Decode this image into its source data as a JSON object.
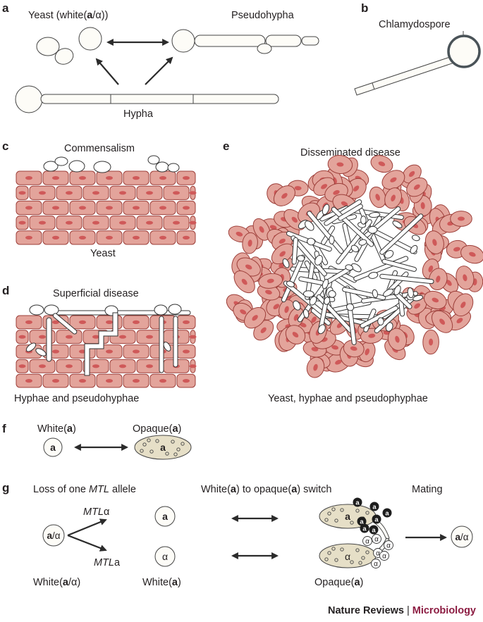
{
  "panels": {
    "a": {
      "letter": "a",
      "yeast_pre": "Yeast (white(",
      "yeast_bold": "a",
      "yeast_post": "/α))",
      "pseudohypha": "Pseudohypha",
      "hypha": "Hypha"
    },
    "b": {
      "letter": "b",
      "chlamydospore": "Chlamydospore"
    },
    "c": {
      "letter": "c",
      "title": "Commensalism",
      "caption": "Yeast"
    },
    "d": {
      "letter": "d",
      "title": "Superficial disease",
      "caption": "Hyphae and pseudohyphae"
    },
    "e": {
      "letter": "e",
      "title": "Disseminated disease",
      "caption": "Yeast, hyphae and pseudophyphae"
    },
    "f": {
      "letter": "f",
      "white_pre": "White(",
      "white_bold": "a",
      "white_post": ")",
      "opaque_pre": "Opaque(",
      "opaque_bold": "a",
      "opaque_post": ")",
      "cell_label": "a"
    },
    "g": {
      "letter": "g",
      "loss_pre": "Loss of one ",
      "loss_italic": "MTL",
      "loss_post": " allele",
      "switch_pre": "White(",
      "switch_bold1": "a",
      "switch_mid": ") to opaque(",
      "switch_bold2": "a",
      "switch_post": ") switch",
      "mating": "Mating",
      "diploid_a": "a",
      "diploid_sep": "/α",
      "mtl_alpha_italic": "MTL",
      "mtl_alpha_sub": "α",
      "mtl_a_italic": "MTL",
      "mtl_a_sub": "a",
      "cell_a": "a",
      "cell_alpha": "α",
      "white_diploid_pre": "White(",
      "white_diploid_bold": "a",
      "white_diploid_post": "/α)",
      "white_a_pre": "White(",
      "white_a_bold": "a",
      "white_a_post": ")",
      "opaque_pre": "Opaque(",
      "opaque_bold": "a",
      "opaque_post": ")",
      "pheromone_a": "a",
      "pheromone_alpha": "α"
    }
  },
  "credit": {
    "journal": "Nature Reviews",
    "separator": "|",
    "section": "Microbiology"
  },
  "colors": {
    "epithelium_cell": "#e3a49b",
    "nucleus": "#cf5959",
    "opaque_cell": "#e6dfc7",
    "credit_accent": "#8c1c42"
  }
}
